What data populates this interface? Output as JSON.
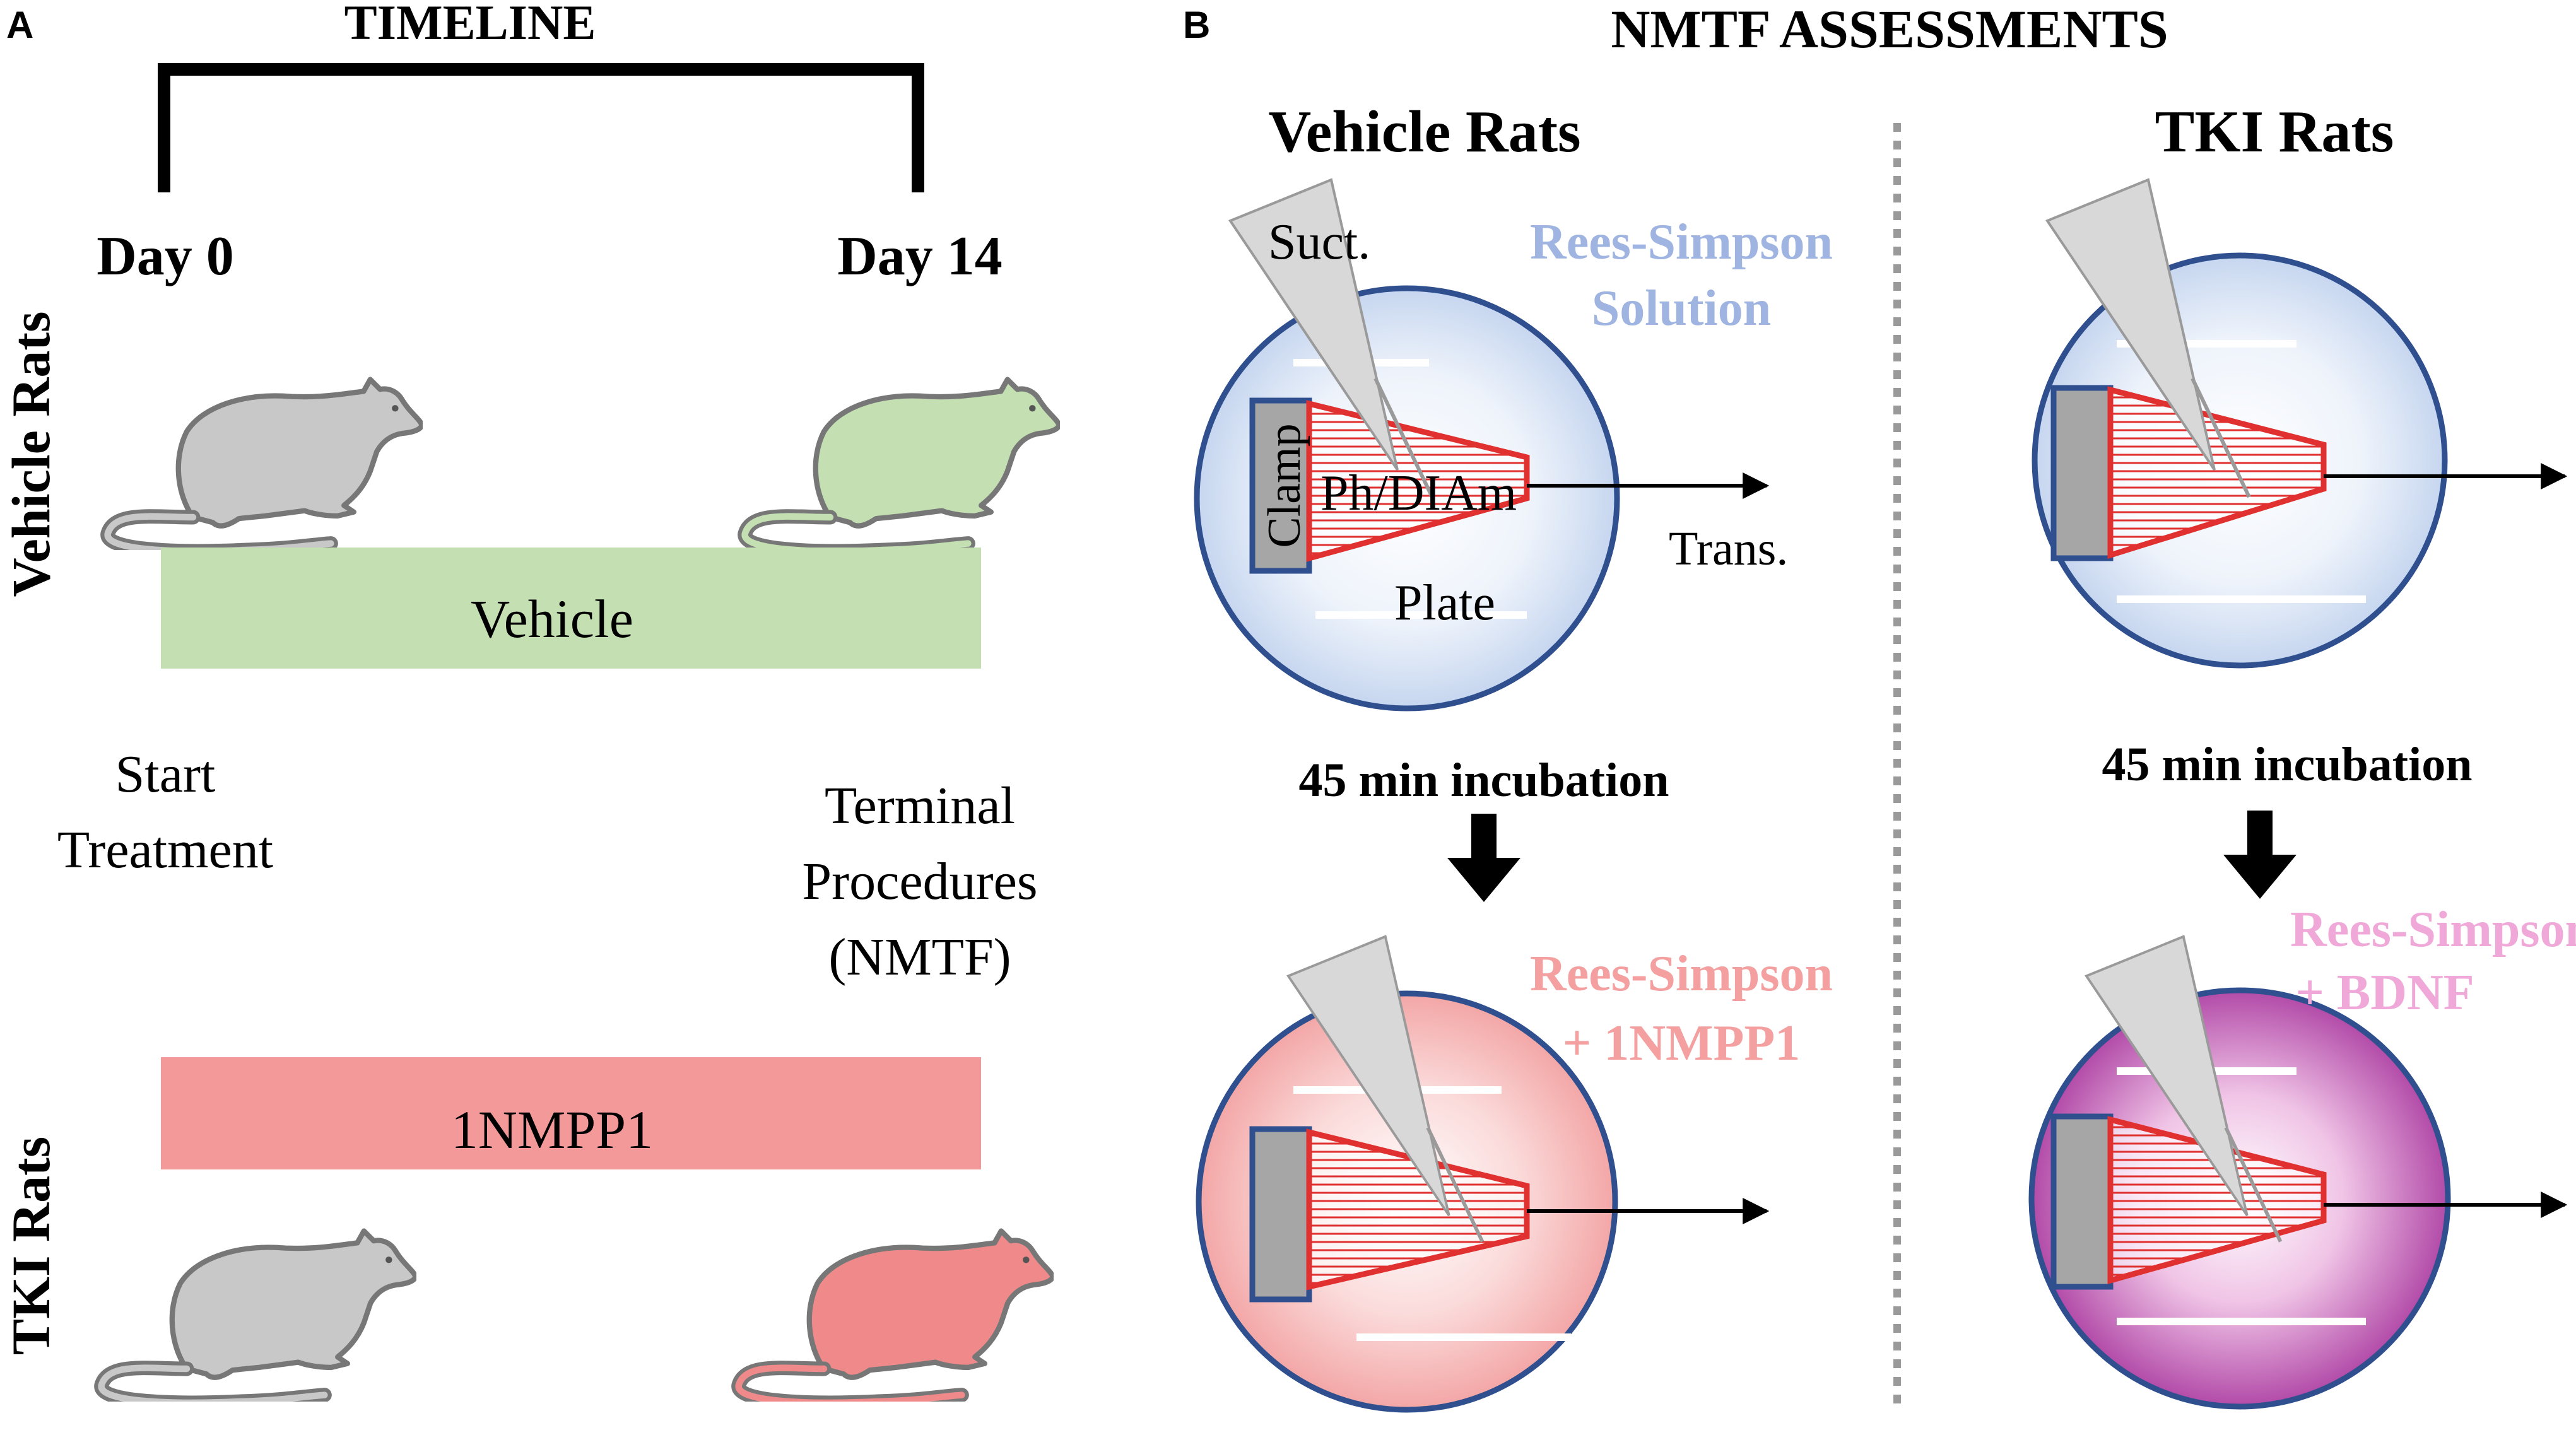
{
  "panel_a": {
    "letter": "A",
    "title": "TIMELINE",
    "day_start": "Day 0",
    "day_end": "Day 14",
    "row_vehicle_label": "Vehicle Rats",
    "row_tki_label": "TKI Rats",
    "vehicle_bar_label": "Vehicle",
    "tki_bar_label": "1NMPP1",
    "start_line1": "Start",
    "start_line2": "Treatment",
    "terminal_line1": "Terminal",
    "terminal_line2": "Procedures",
    "terminal_line3": "(NMTF)"
  },
  "panel_b": {
    "letter": "B",
    "title": "NMTF ASSESSMENTS",
    "vehicle_heading": "Vehicle Rats",
    "tki_heading": "TKI Rats",
    "suction_label": "Suct.",
    "solution_line1": "Rees-Simpson",
    "solution_line2": "Solution",
    "clamp_label": "Clamp",
    "muscle_label": "Ph/DIAm",
    "plate_label": "Plate",
    "transducer_label": "Trans.",
    "incubation_vehicle": "45 min incubation",
    "incubation_tki": "45 min incubation",
    "vehicle_drug_line1": "Rees-Simpson",
    "vehicle_drug_line2": "+ 1NMPP1",
    "tki_drug_line1": "Rees-Simpson",
    "tki_drug_line2": "+ BDNF"
  },
  "colors": {
    "vehicle_bar": "#c4e0b2",
    "tki_bar": "#f4999a",
    "rat_gray": "#c8c8c8",
    "rat_green": "#c4e0b2",
    "rat_red": "#f08a8a",
    "rat_outline": "#777777",
    "bath_outline": "#2f4f8f",
    "solution_text": "#9fb4e0",
    "nmpp1_text": "#f4a0a0",
    "bdnf_text": "#f0a8d8",
    "muscle_red": "#e03030",
    "clamp_gray": "#a6a6a6"
  }
}
